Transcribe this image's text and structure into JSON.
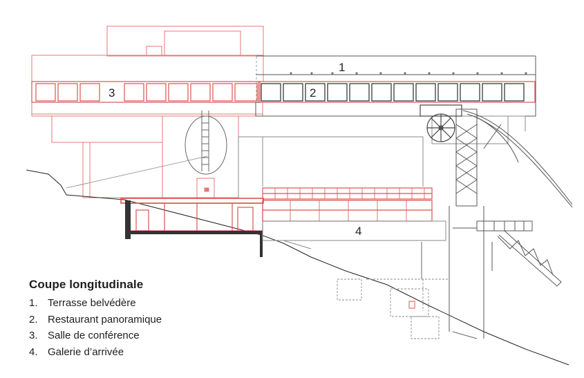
{
  "legend": {
    "title": "Coupe longitudinale",
    "items": [
      {
        "number": "1.",
        "label": "Terrasse belvédère"
      },
      {
        "number": "2.",
        "label": "Restaurant panoramique"
      },
      {
        "number": "3.",
        "label": "Salle de conférence"
      },
      {
        "number": "4.",
        "label": "Galerie d’arrivée"
      }
    ]
  },
  "drawing": {
    "markers": [
      "1",
      "2",
      "3",
      "4"
    ],
    "colors": {
      "red": "#d9534f",
      "dark": "#333333",
      "grey": "#9a9a9a"
    }
  }
}
